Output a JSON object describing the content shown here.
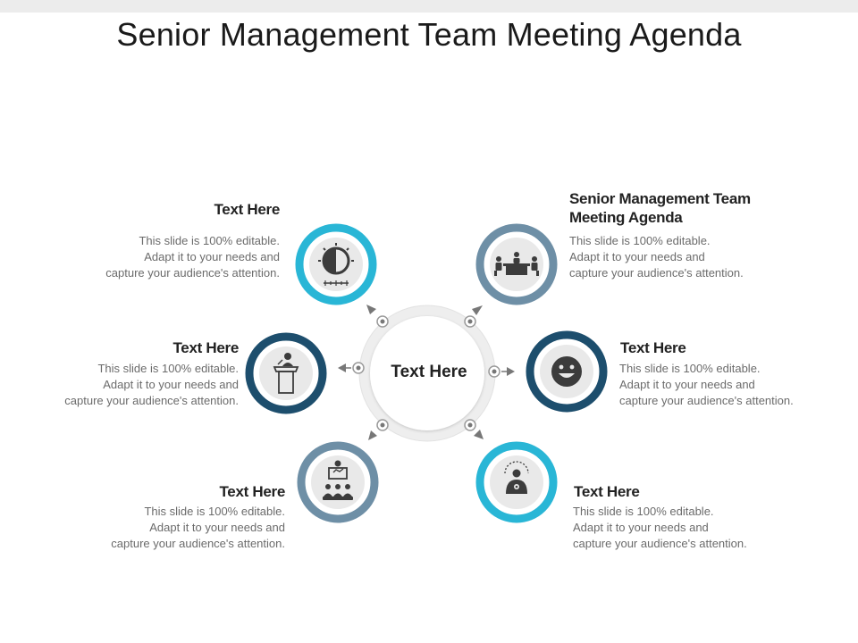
{
  "title": "Senior Management Team Meeting Agenda",
  "center": {
    "label": "Text Here"
  },
  "colors": {
    "cyan": "#29b6d6",
    "slate": "#6e8fa6",
    "navy": "#1d4e6d",
    "icon": "#3c3c3c",
    "hub": "#e8e8e8"
  },
  "nodes": [
    {
      "id": "top-left",
      "heading": "Text Here",
      "lines": [
        "This slide is 100% editable.",
        "Adapt it to your needs and",
        "capture your audience's attention."
      ],
      "ring_color": "cyan",
      "icon": "balance-gauge-icon"
    },
    {
      "id": "top-right",
      "heading_lines": [
        "Senior Management Team",
        "Meeting Agenda"
      ],
      "lines": [
        "This slide is 100% editable.",
        "Adapt it to your needs and",
        "capture your audience's attention."
      ],
      "ring_color": "slate",
      "icon": "meeting-table-icon"
    },
    {
      "id": "mid-left",
      "heading": "Text Here",
      "lines": [
        "This slide is 100% editable.",
        "Adapt it to your needs and",
        "capture your audience's attention."
      ],
      "ring_color": "navy",
      "icon": "podium-speaker-icon"
    },
    {
      "id": "mid-right",
      "heading": "Text Here",
      "lines": [
        "This slide is 100% editable.",
        "Adapt it to your needs and",
        "capture your audience's attention."
      ],
      "ring_color": "navy",
      "icon": "smiley-face-icon"
    },
    {
      "id": "bottom-left",
      "heading": "Text Here",
      "lines": [
        "This slide is 100% editable.",
        "Adapt it to your needs and",
        "capture your audience's attention."
      ],
      "ring_color": "slate",
      "icon": "audience-presentation-icon"
    },
    {
      "id": "bottom-right",
      "heading": "Text Here",
      "lines": [
        "This slide is 100% editable.",
        "Adapt it to your needs and",
        "capture your audience's attention."
      ],
      "ring_color": "cyan",
      "icon": "person-thinking-icon"
    }
  ]
}
